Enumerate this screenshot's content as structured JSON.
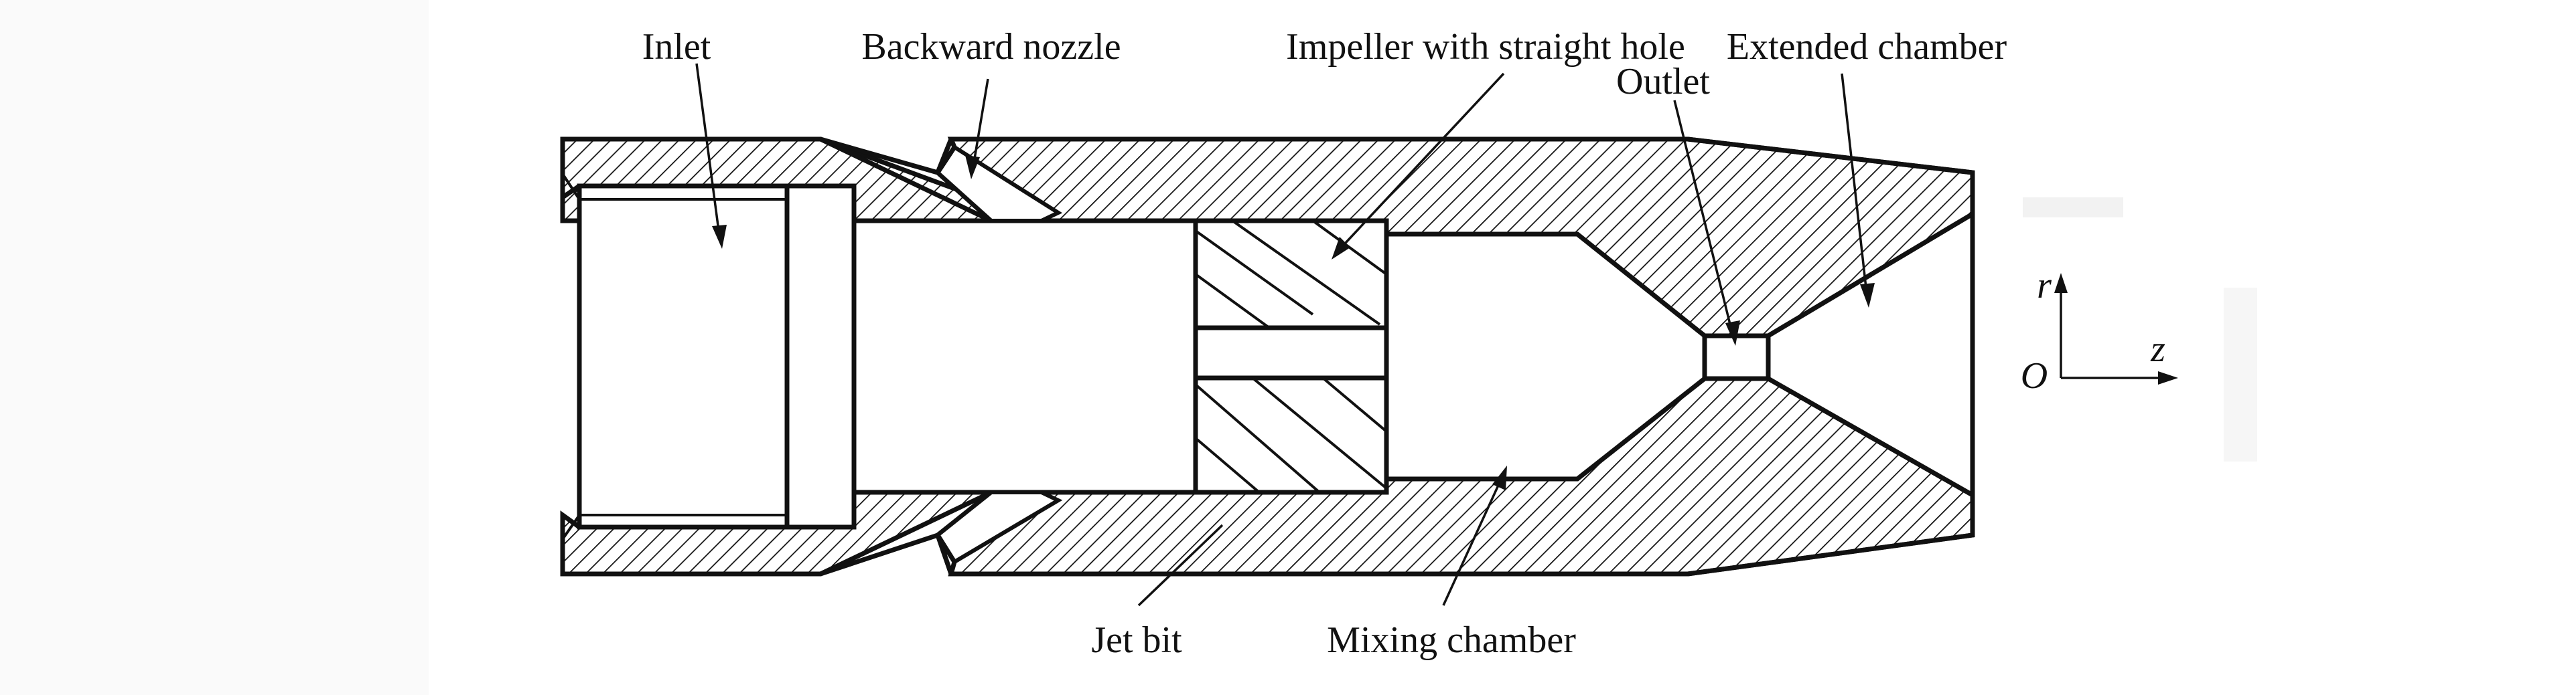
{
  "figure": {
    "labels": {
      "inlet": "Inlet",
      "backward_nozzle": "Backward nozzle",
      "impeller": "Impeller with straight hole",
      "outlet": "Outlet",
      "extended_chamber": "Extended chamber",
      "jet_bit": "Jet bit",
      "mixing_chamber": "Mixing chamber"
    },
    "axes": {
      "r": "r",
      "z": "z",
      "origin": "O"
    }
  }
}
